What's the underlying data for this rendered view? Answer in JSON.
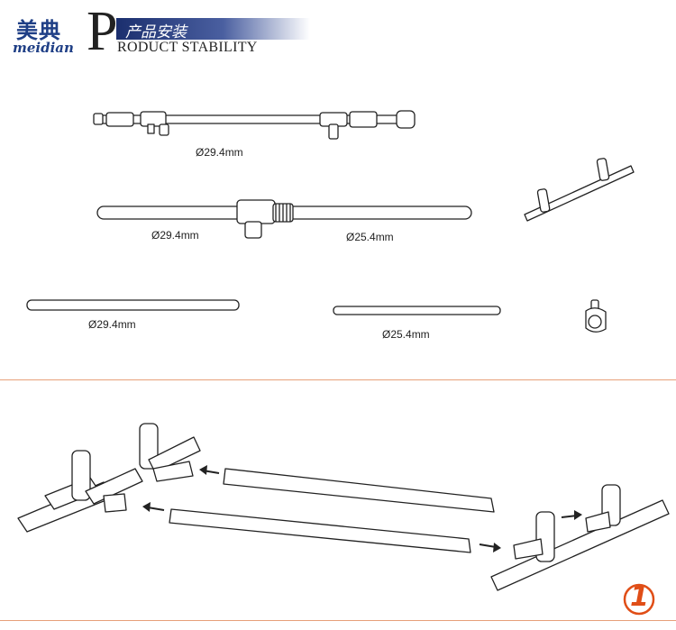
{
  "header": {
    "logo_cn": "美典",
    "logo_en": "meidian",
    "big_letter": "P",
    "banner_cn": "产品安装",
    "subtitle": "RODUCT STABILITY"
  },
  "parts": {
    "dim1": "Ø29.4mm",
    "dim2a": "Ø29.4mm",
    "dim2b": "Ø25.4mm",
    "dim3a": "Ø29.4mm",
    "dim3b": "Ø25.4mm"
  },
  "step": {
    "number": "1"
  },
  "colors": {
    "brand_blue": "#1f3f86",
    "accent_orange": "#e04e17"
  }
}
